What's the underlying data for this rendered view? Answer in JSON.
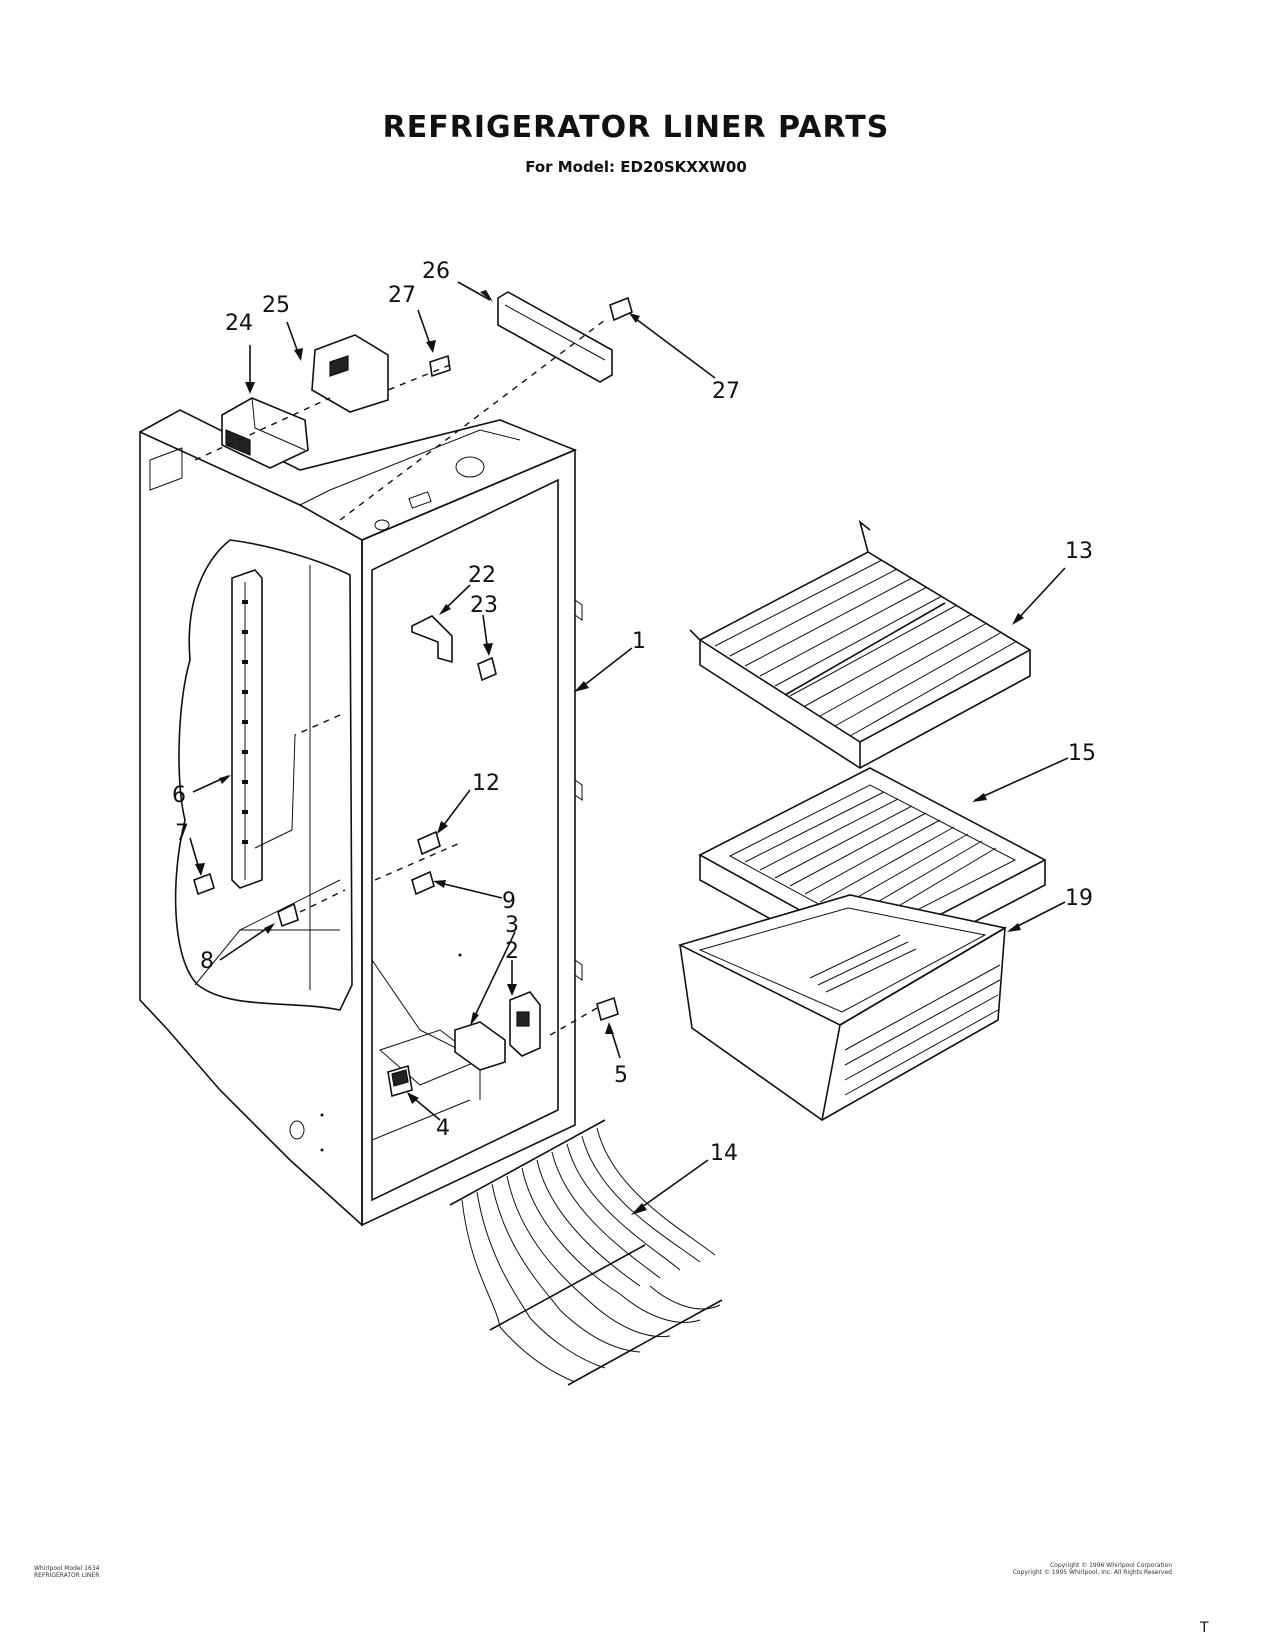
{
  "title": "REFRIGERATOR LINER PARTS",
  "subtitle": "For Model: ED20SKXXW00",
  "callouts": {
    "c1": "1",
    "c2": "2",
    "c3": "3",
    "c4": "4",
    "c5": "5",
    "c6": "6",
    "c7": "7",
    "c8": "8",
    "c9": "9",
    "c12": "12",
    "c13": "13",
    "c14": "14",
    "c15": "15",
    "c19": "19",
    "c22": "22",
    "c23": "23",
    "c24": "24",
    "c25": "25",
    "c26": "26",
    "c27a": "27",
    "c27b": "27"
  },
  "footer": {
    "left_line1": "Whirlpool Model 1634",
    "left_line2": "REFRIGERATOR LINER",
    "right_line1": "Copyright © 1996 Whirlpool Corporation",
    "right_line2": "Copyright © 1995 Whirlpool, Inc. All Rights Reserved"
  },
  "corner_mark": "T"
}
